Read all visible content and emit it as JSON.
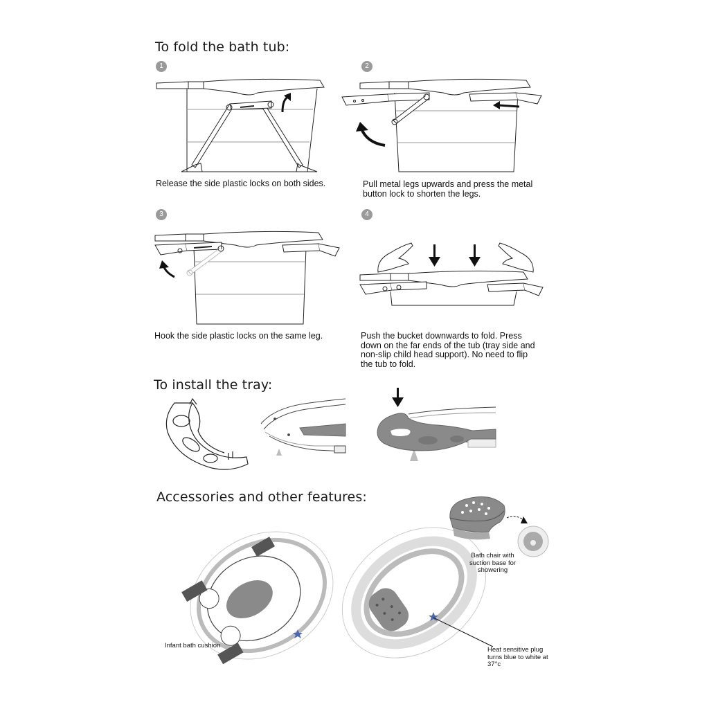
{
  "fold_section": {
    "title": "To fold the bath tub:",
    "steps": [
      {
        "number": "1",
        "caption": "Release the side plastic locks on both sides."
      },
      {
        "number": "2",
        "caption": "Pull metal legs upwards and press the metal\nbutton lock to shorten the legs."
      },
      {
        "number": "3",
        "caption": "Hook the side plastic locks on the same leg."
      },
      {
        "number": "4",
        "caption": "Push the bucket downwards to fold. Press\ndown on the far ends of the tub (tray side and\nnon-slip child head support). No need to flip\nthe tub to fold."
      }
    ]
  },
  "tray_section": {
    "title": "To install the tray:"
  },
  "accessories_section": {
    "title": "Accessories and other features:",
    "labels": {
      "infant_cushion": "Infant bath cushion",
      "bath_chair": "Bath chair with\nsuction base for\nshowering",
      "heat_plug": "Heat sensitive plug\nturns blue to white at\n37°c"
    }
  },
  "colors": {
    "step_badge": "#9a9a9a",
    "plug_star": "#4a68b0",
    "tray_grey": "#8a8a8a"
  }
}
